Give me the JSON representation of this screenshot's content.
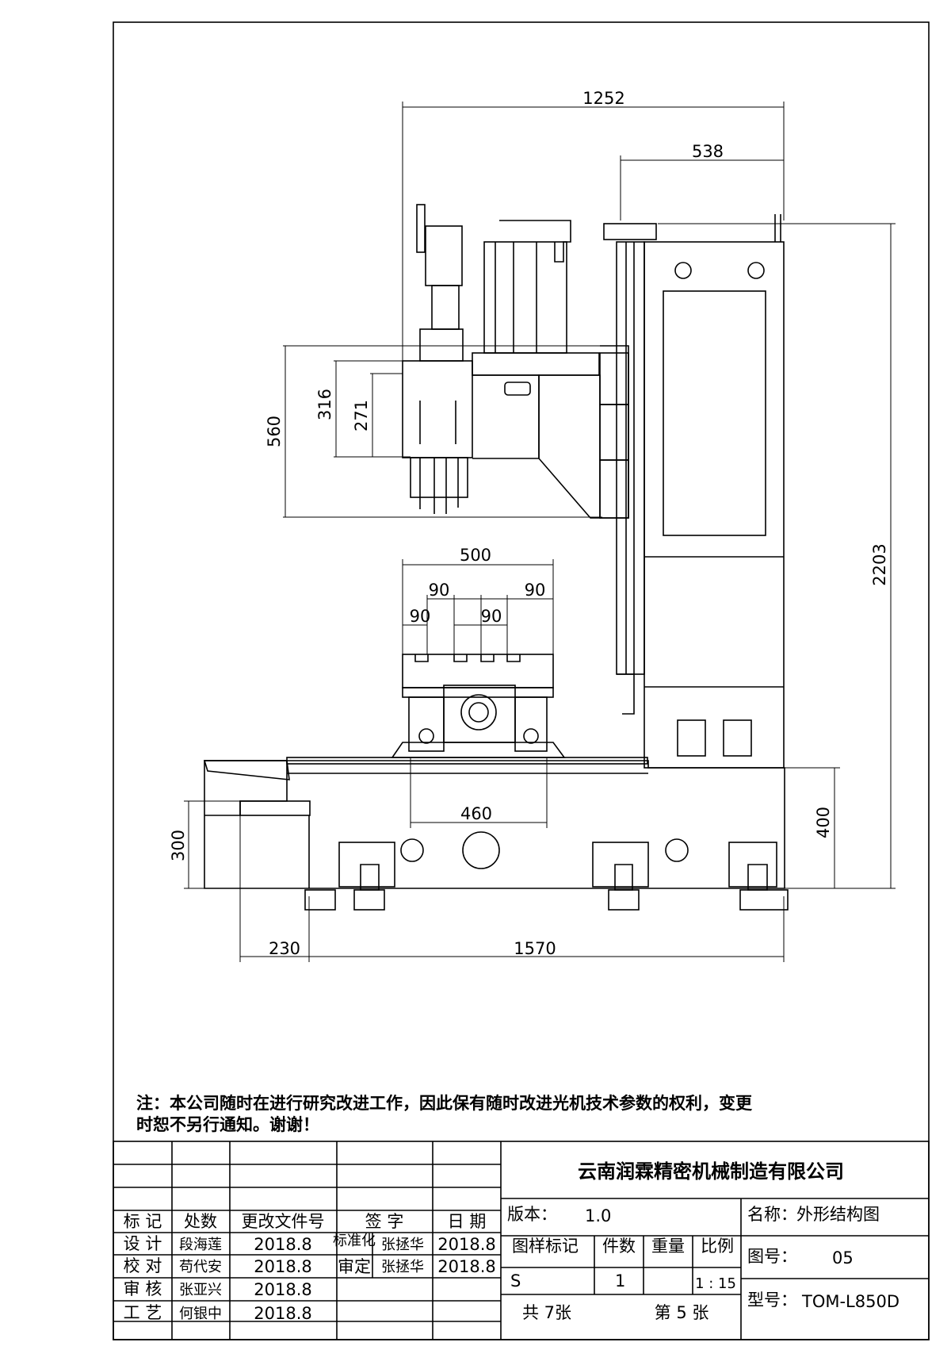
{
  "dimensions": {
    "d1252": "1252",
    "d538": "538",
    "d560": "560",
    "d316": "316",
    "d271": "271",
    "d2203": "2203",
    "d500": "500",
    "d90a": "90",
    "d90b": "90",
    "d90c": "90",
    "d90d": "90",
    "d460": "460",
    "d300": "300",
    "d400": "400",
    "d230": "230",
    "d1570": "1570"
  },
  "note": {
    "line1": "注：本公司随时在进行研究改进工作，因此保有随时改进光机技术参数的权利，变更",
    "line2": "时恕不另行通知。谢谢！"
  },
  "title_block": {
    "company": "云南润霖精密机械制造有限公司",
    "headers": {
      "mark": "标 记",
      "count": "处数",
      "change_doc": "更改文件号",
      "signature": "签  字",
      "date": "日  期"
    },
    "rows": [
      {
        "role": "设 计",
        "name": "段海莲",
        "date": "2018.8",
        "role2": "标准化",
        "name2": "张拯华",
        "date2": "2018.8"
      },
      {
        "role": "校 对",
        "name": "苟代安",
        "date": "2018.8",
        "role2": "审定",
        "name2": "张拯华",
        "date2": "2018.8"
      },
      {
        "role": "审 核",
        "name": "张亚兴",
        "date": "2018.8"
      },
      {
        "role": "工 艺",
        "name": "何银中",
        "date": "2018.8"
      }
    ],
    "version_label": "版本：",
    "version_value": "1.0",
    "name_label": "名称：",
    "name_value": "外形结构图",
    "sample_mark": "图样标记",
    "qty": "件数",
    "weight": "重量",
    "scale": "比例",
    "sample_value": "S",
    "qty_value": "1",
    "scale_value": "1 : 15",
    "total_sheets": "共 7张",
    "sheet_no": "第 5 张",
    "drawing_no_label": "图号：",
    "drawing_no_value": "05",
    "model_label": "型号：",
    "model_value": "TOM-L850D"
  }
}
